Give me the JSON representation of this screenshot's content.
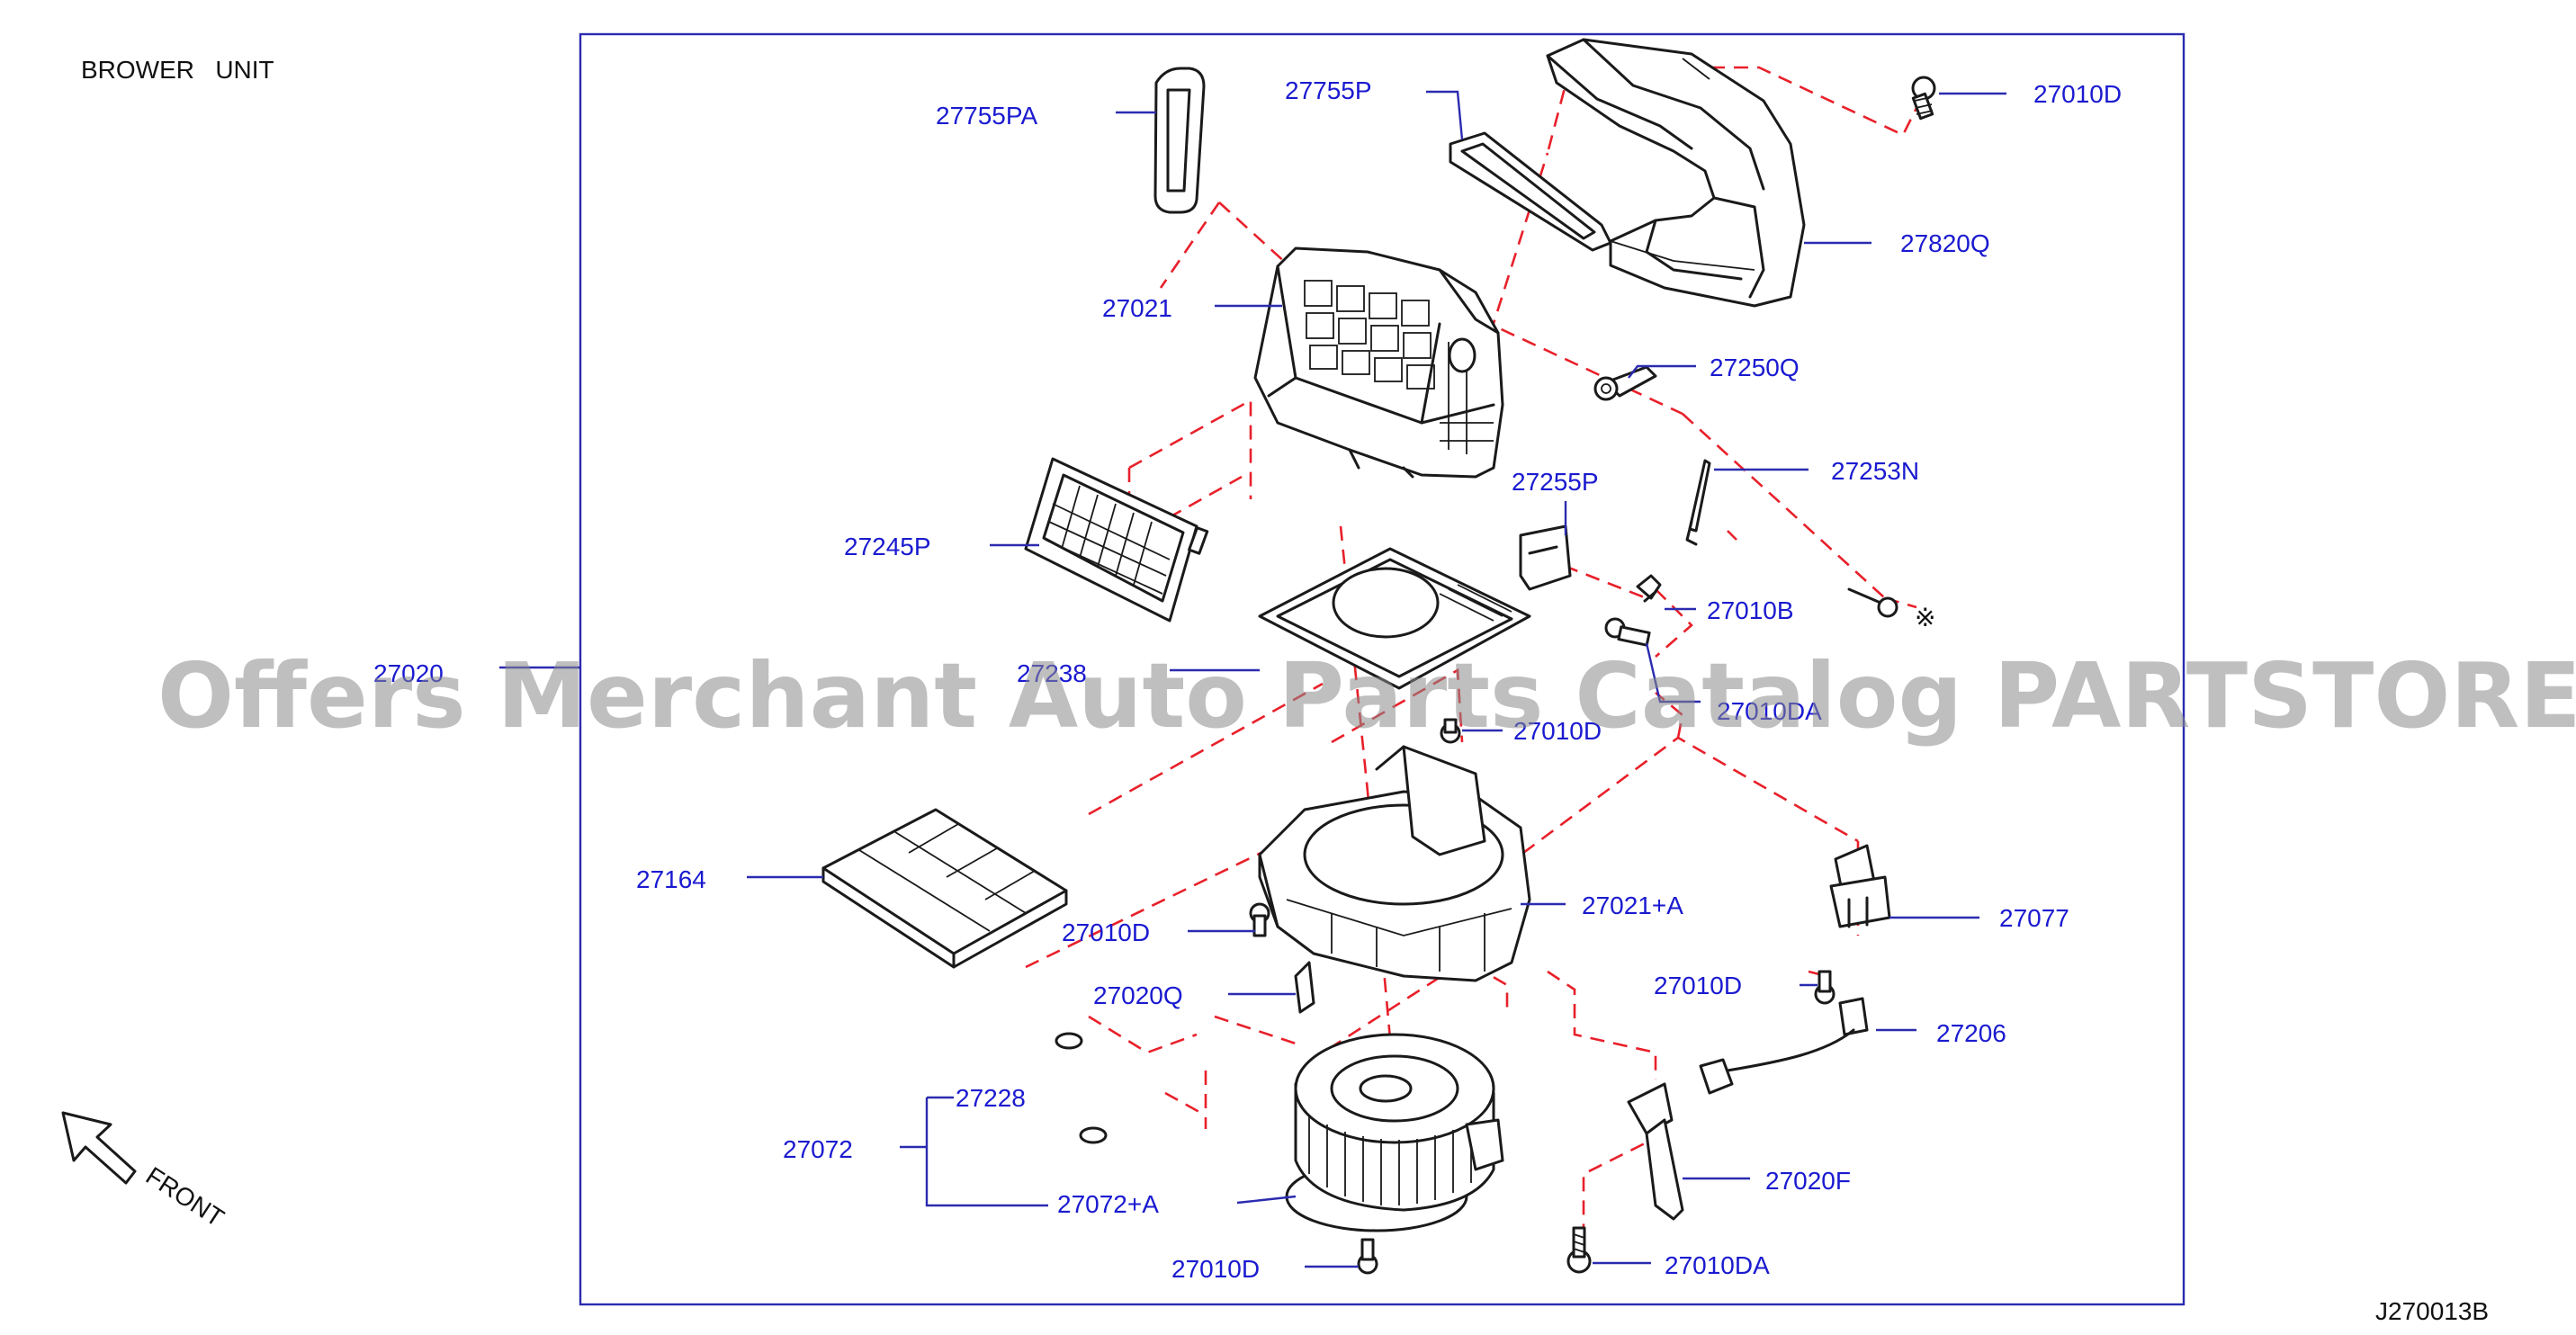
{
  "diagram": {
    "title": "BROWER   UNIT",
    "drawing_code": "J270013B",
    "front_label": "FRONT",
    "note_symbol": "※",
    "watermark": "Offers Merchant Auto Parts Catalog PARTSTORE.SA"
  },
  "parts": [
    {
      "id": "p1",
      "code": "27755PA"
    },
    {
      "id": "p2",
      "code": "27755P"
    },
    {
      "id": "p3",
      "code": "27010D"
    },
    {
      "id": "p4",
      "code": "27820Q"
    },
    {
      "id": "p5",
      "code": "27021"
    },
    {
      "id": "p6",
      "code": "27250Q"
    },
    {
      "id": "p7",
      "code": "27253N"
    },
    {
      "id": "p8",
      "code": "27255P"
    },
    {
      "id": "p9",
      "code": "27245P"
    },
    {
      "id": "p10",
      "code": "27010B"
    },
    {
      "id": "p11",
      "code": "27020"
    },
    {
      "id": "p12",
      "code": "27238"
    },
    {
      "id": "p13",
      "code": "27010DA"
    },
    {
      "id": "p14",
      "code": "27010D"
    },
    {
      "id": "p15",
      "code": "27164"
    },
    {
      "id": "p16",
      "code": "27021+A"
    },
    {
      "id": "p17",
      "code": "27077"
    },
    {
      "id": "p18",
      "code": "27010D"
    },
    {
      "id": "p19",
      "code": "27020Q"
    },
    {
      "id": "p20",
      "code": "27010D"
    },
    {
      "id": "p21",
      "code": "27206"
    },
    {
      "id": "p22",
      "code": "27228"
    },
    {
      "id": "p23",
      "code": "27072"
    },
    {
      "id": "p24",
      "code": "27020F"
    },
    {
      "id": "p25",
      "code": "27072+A"
    },
    {
      "id": "p26",
      "code": "27010D"
    },
    {
      "id": "p27",
      "code": "27010DA"
    }
  ]
}
